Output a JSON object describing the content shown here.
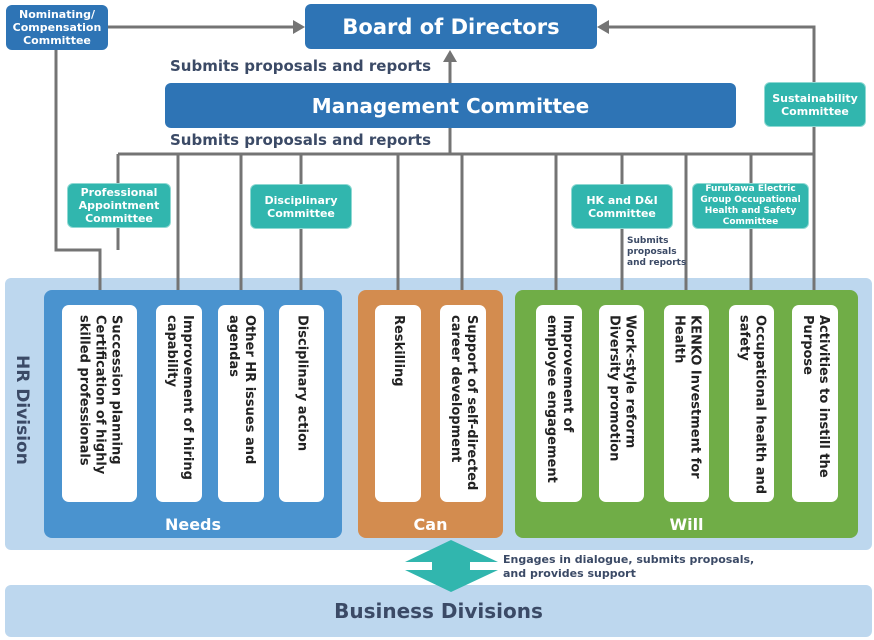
{
  "board": "Board of Directors",
  "management": "Management Committee",
  "submits_1": "Submits proposals and reports",
  "submits_2": "Submits proposals and reports",
  "nominating": "Nominating/ Compensation Committee",
  "sustainability": "Sustainability Committee",
  "professional": "Professional Appointment Committee",
  "disciplinary": "Disciplinary Committee",
  "hk_di": "HK and D&I Committee",
  "hk_submits": "Submits proposals and reports",
  "furukawa": "Furukawa Electric Group Occupational Health and Safety Committee",
  "hr_division": "HR Division",
  "needs": {
    "label": "Needs",
    "items": [
      "Succession planning Certification of highly skilled professionals",
      "Improvement of hiring capability",
      "Other HR issues and agendas",
      "Disciplinary action"
    ]
  },
  "can": {
    "label": "Can",
    "items": [
      "Reskilling",
      "Support of self-directed career development"
    ]
  },
  "will": {
    "label": "Will",
    "items": [
      "Improvement of employee engagement",
      "Work-style reform Diversity promotion",
      "KENKO Investment for Health",
      "Occupational health and safety",
      "Activities to instill the Purpose"
    ]
  },
  "dialogue": "Engages in dialogue, submits proposals, and provides support",
  "business": "Business Divisions",
  "colors": {
    "blue": "#2e74b5",
    "teal": "#31b6ae",
    "needs": "#4a93cf",
    "can": "#d38c4f",
    "will": "#70ad47",
    "bg": "#bdd7ee"
  }
}
